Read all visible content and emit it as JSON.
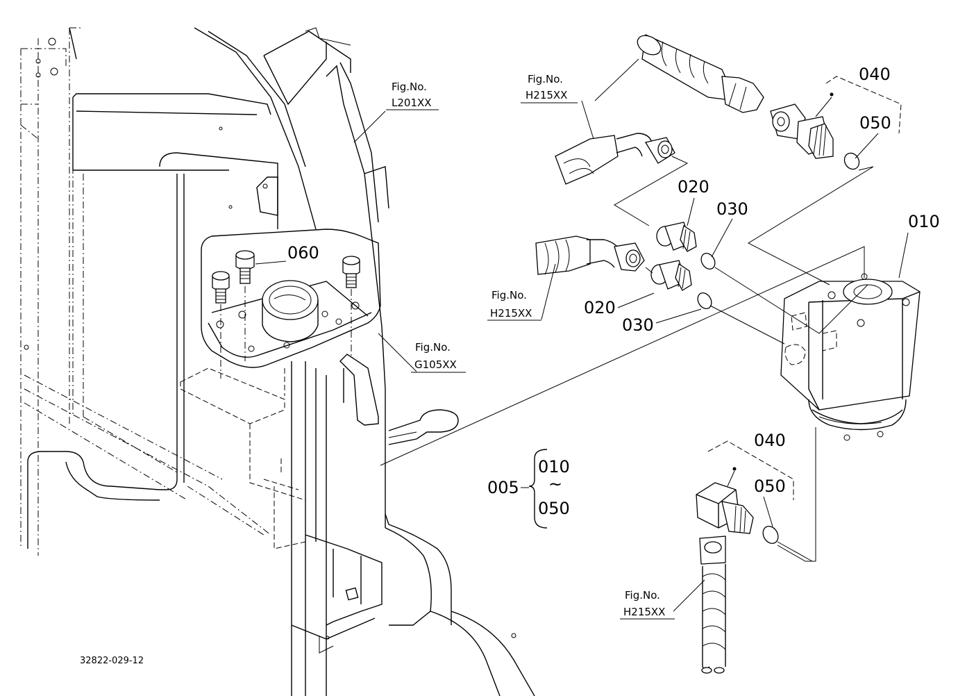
{
  "diagram": {
    "drawing_number": "32822-029-12",
    "parts": {
      "p010": "010",
      "p020a": "020",
      "p020b": "020",
      "p030a": "030",
      "p030b": "030",
      "p040a": "040",
      "p040b": "040",
      "p050a": "050",
      "p050b": "050",
      "p060": "060"
    },
    "assembly": {
      "number": "005",
      "range_start": "010",
      "range_sep": "~",
      "range_end": "050"
    },
    "fig_refs": [
      {
        "caption": "Fig.No.",
        "code": "L201XX"
      },
      {
        "caption": "Fig.No.",
        "code": "H215XX"
      },
      {
        "caption": "Fig.No.",
        "code": "H215XX"
      },
      {
        "caption": "Fig.No.",
        "code": "G105XX"
      },
      {
        "caption": "Fig.No.",
        "code": "H215XX"
      }
    ]
  }
}
